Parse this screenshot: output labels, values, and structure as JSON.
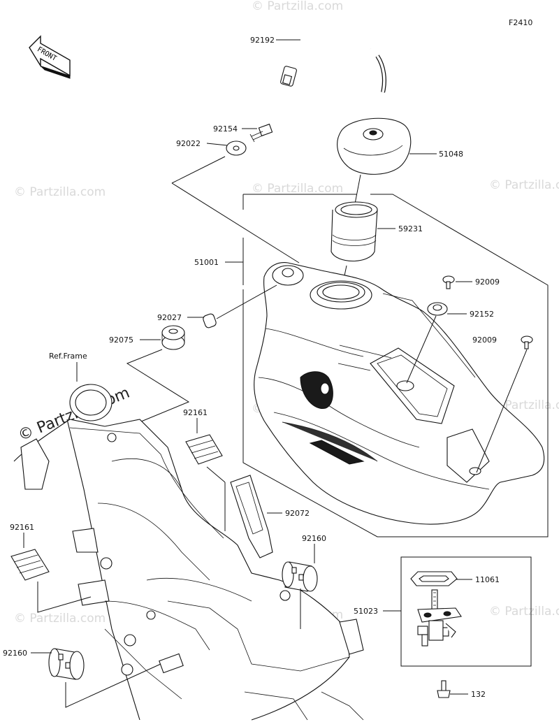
{
  "figure_code": "F2410",
  "front_label": "FRONT",
  "ref_frame_label": "Ref.Frame",
  "watermark": "© Partzilla.com",
  "parts": [
    {
      "id": "p92192",
      "number": "92192"
    },
    {
      "id": "p92154",
      "number": "92154"
    },
    {
      "id": "p92022",
      "number": "92022"
    },
    {
      "id": "p51048",
      "number": "51048"
    },
    {
      "id": "p59231",
      "number": "59231"
    },
    {
      "id": "p51001",
      "number": "51001"
    },
    {
      "id": "p92009a",
      "number": "92009"
    },
    {
      "id": "p92152",
      "number": "92152"
    },
    {
      "id": "p92027",
      "number": "92027"
    },
    {
      "id": "p92009b",
      "number": "92009"
    },
    {
      "id": "p92075",
      "number": "92075"
    },
    {
      "id": "p92161a",
      "number": "92161"
    },
    {
      "id": "p92072",
      "number": "92072"
    },
    {
      "id": "p92161b",
      "number": "92161"
    },
    {
      "id": "p92160a",
      "number": "92160"
    },
    {
      "id": "p11061",
      "number": "11061"
    },
    {
      "id": "p51023",
      "number": "51023"
    },
    {
      "id": "p92160b",
      "number": "92160"
    },
    {
      "id": "p132",
      "number": "132"
    }
  ]
}
